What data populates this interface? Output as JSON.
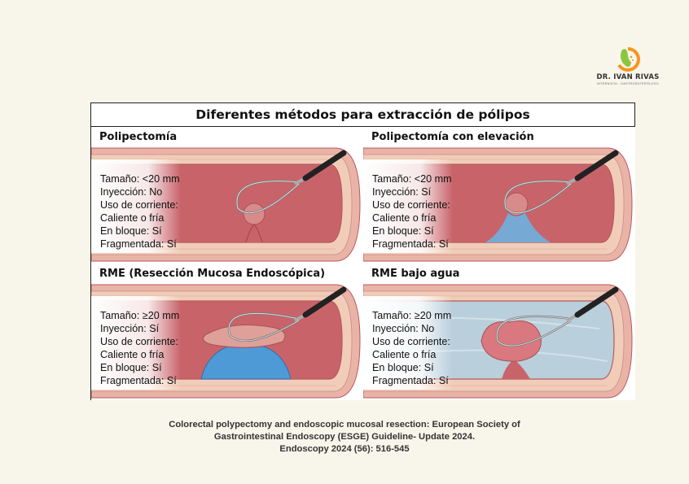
{
  "logo": {
    "name": "DR. IVAN RIVAS",
    "subtitle": "INTERNISTA - GASTROENTERÓLOGO",
    "colors": {
      "green": "#8cc63f",
      "orange": "#f7941d"
    }
  },
  "figure": {
    "title": "Diferentes métodos para extracción de pólipos",
    "panels": [
      {
        "title": "Polipectomía",
        "variant": "simple",
        "lines": [
          "Tamaño: <20 mm",
          "Inyección: No",
          "Uso de corriente:",
          "Caliente o fría",
          "En bloque: Sí",
          "Fragmentada: Sí"
        ]
      },
      {
        "title": "Polipectomía con elevación",
        "variant": "lift",
        "lines": [
          "Tamaño: <20 mm",
          "Inyección: Sí",
          "Uso de corriente:",
          "Caliente o fría",
          "En bloque: Sí",
          "Fragmentada: Sí"
        ]
      },
      {
        "title": "RME (Resección Mucosa Endoscópica)",
        "variant": "emr",
        "lines": [
          "Tamaño: ≥20 mm",
          "Inyección: Sí",
          "Uso de corriente:",
          "Caliente o fría",
          "En bloque: Sí",
          "Fragmentada: Sí"
        ]
      },
      {
        "title": "RME bajo agua",
        "variant": "water",
        "lines": [
          "Tamaño: ≥20 mm",
          "Inyección: No",
          "Uso de corriente:",
          "Caliente o fría",
          "En bloque: Sí",
          "Fragmentada: Sí"
        ]
      }
    ]
  },
  "caption": {
    "lines": [
      "Colorectal polypectomy and endoscopic mucosal resection: European Society  of",
      "Gastrointestinal Endoscopy (ESGE) Guideline- Update 2024.",
      "Endoscopy 2024 (56): 516-545"
    ]
  }
}
